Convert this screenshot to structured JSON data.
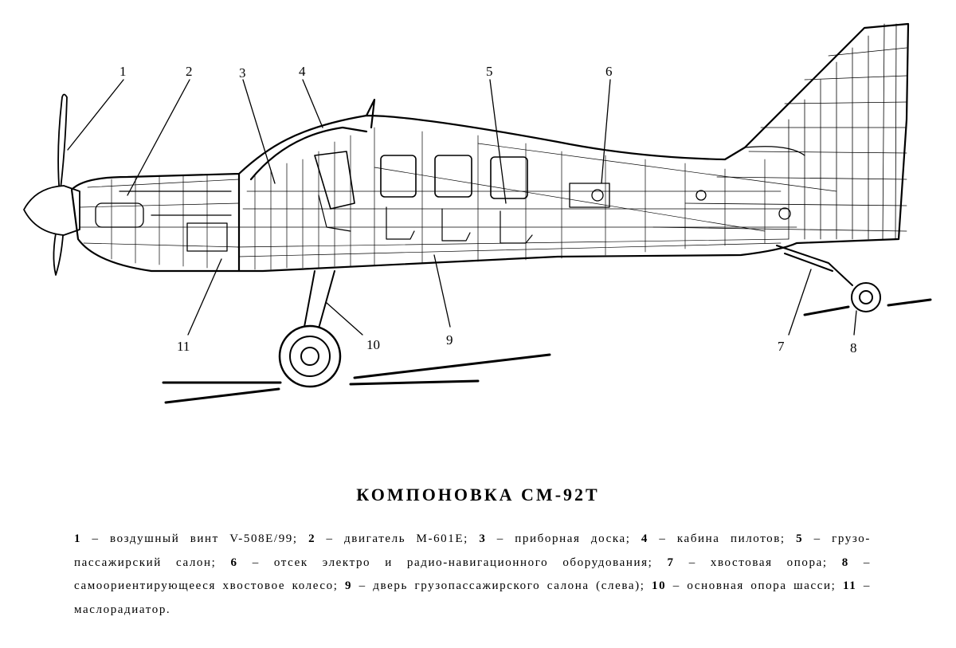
{
  "title": "КОМПОНОВКА СМ-92Т",
  "callouts": [
    "1",
    "2",
    "3",
    "4",
    "5",
    "6",
    "7",
    "8",
    "9",
    "10",
    "11"
  ],
  "legend": [
    {
      "num": "1",
      "text": " – воздушный винт V-508E/99;"
    },
    {
      "num": "2",
      "text": " – двигатель M-601E;"
    },
    {
      "num": "3",
      "text": " – приборная доска;"
    },
    {
      "num": "4",
      "text": " – кабина пилотов;"
    },
    {
      "num": "5",
      "text": " – грузо-пассажирский салон;"
    },
    {
      "num": "6",
      "text": " – отсек электро и радио-навигационного оборудования;"
    },
    {
      "num": "7",
      "text": " – хвостовая опора;"
    },
    {
      "num": "8",
      "text": " – самоориентирующееся хвостовое колесо;"
    },
    {
      "num": "9",
      "text": " – дверь грузопассажирского салона (слева);"
    },
    {
      "num": "10",
      "text": " – основная опора шасси;"
    },
    {
      "num": "11",
      "text": " – маслорадиатор."
    }
  ]
}
